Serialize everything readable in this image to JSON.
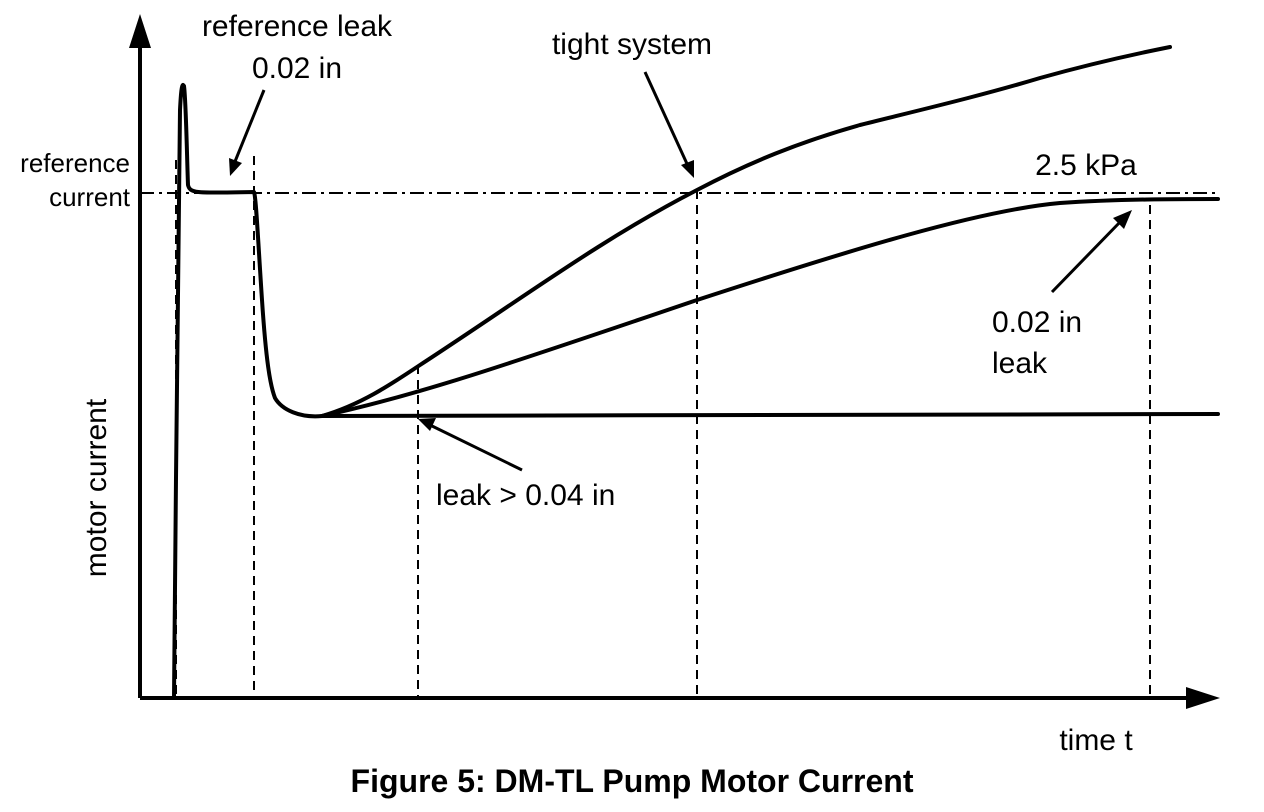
{
  "diagram": {
    "axes": {
      "y_label": "motor current",
      "x_label": "time  t"
    },
    "labels": {
      "reference_current_line1": "reference",
      "reference_current_line2": "current",
      "reference_leak_line1": "reference leak",
      "reference_leak_line2": "0.02 in",
      "tight_system": "tight system",
      "pressure": "2.5 kPa",
      "small_leak_line1": "0.02 in",
      "small_leak_line2": "leak",
      "large_leak": "leak > 0.04 in"
    },
    "caption": "Figure 5: DM-TL Pump Motor Current"
  }
}
